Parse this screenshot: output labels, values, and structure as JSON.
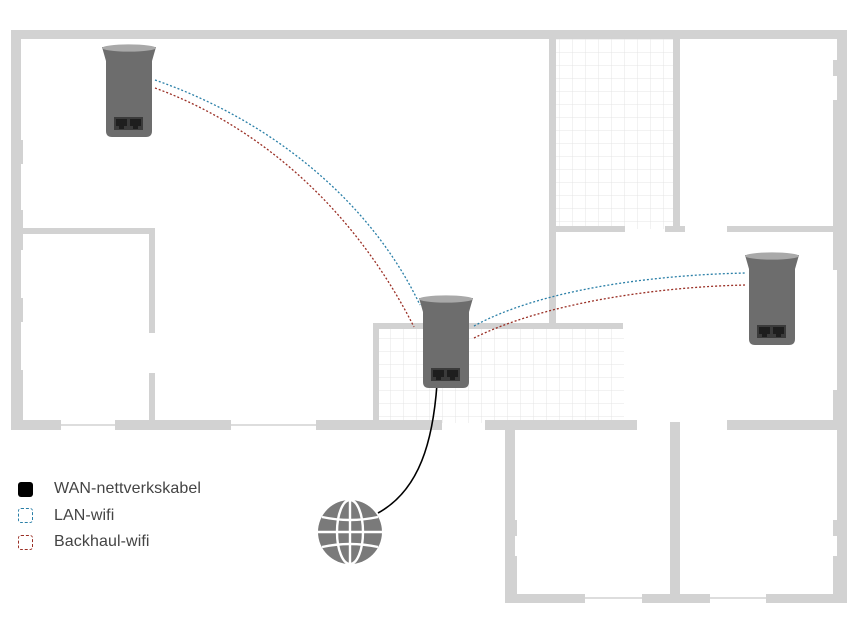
{
  "legend": [
    {
      "label": "WAN-nettverkskabel",
      "style": "solid",
      "color": "#000000"
    },
    {
      "label": "LAN-wifi",
      "style": "dashed",
      "color": "#2a7fa7"
    },
    {
      "label": "Backhaul-wifi",
      "style": "dashed",
      "color": "#9a2f25"
    }
  ],
  "colors": {
    "walls": "#d2d2d2",
    "router_body": "#6d6d6d",
    "globe": "#7a7a7a",
    "tile_grid": "#e4e4e4",
    "wan_cable": "#000000",
    "lan_wifi": "#2a7fa7",
    "backhaul_wifi": "#9a2f25"
  },
  "devices": [
    {
      "id": "main-router",
      "role": "main",
      "connection": "WAN-nettverkskabel"
    },
    {
      "id": "satellite-top-left",
      "role": "satellite",
      "connection": "LAN-wifi + Backhaul-wifi"
    },
    {
      "id": "satellite-right",
      "role": "satellite",
      "connection": "LAN-wifi + Backhaul-wifi"
    }
  ],
  "icons": [
    "router-icon",
    "globe-icon"
  ]
}
